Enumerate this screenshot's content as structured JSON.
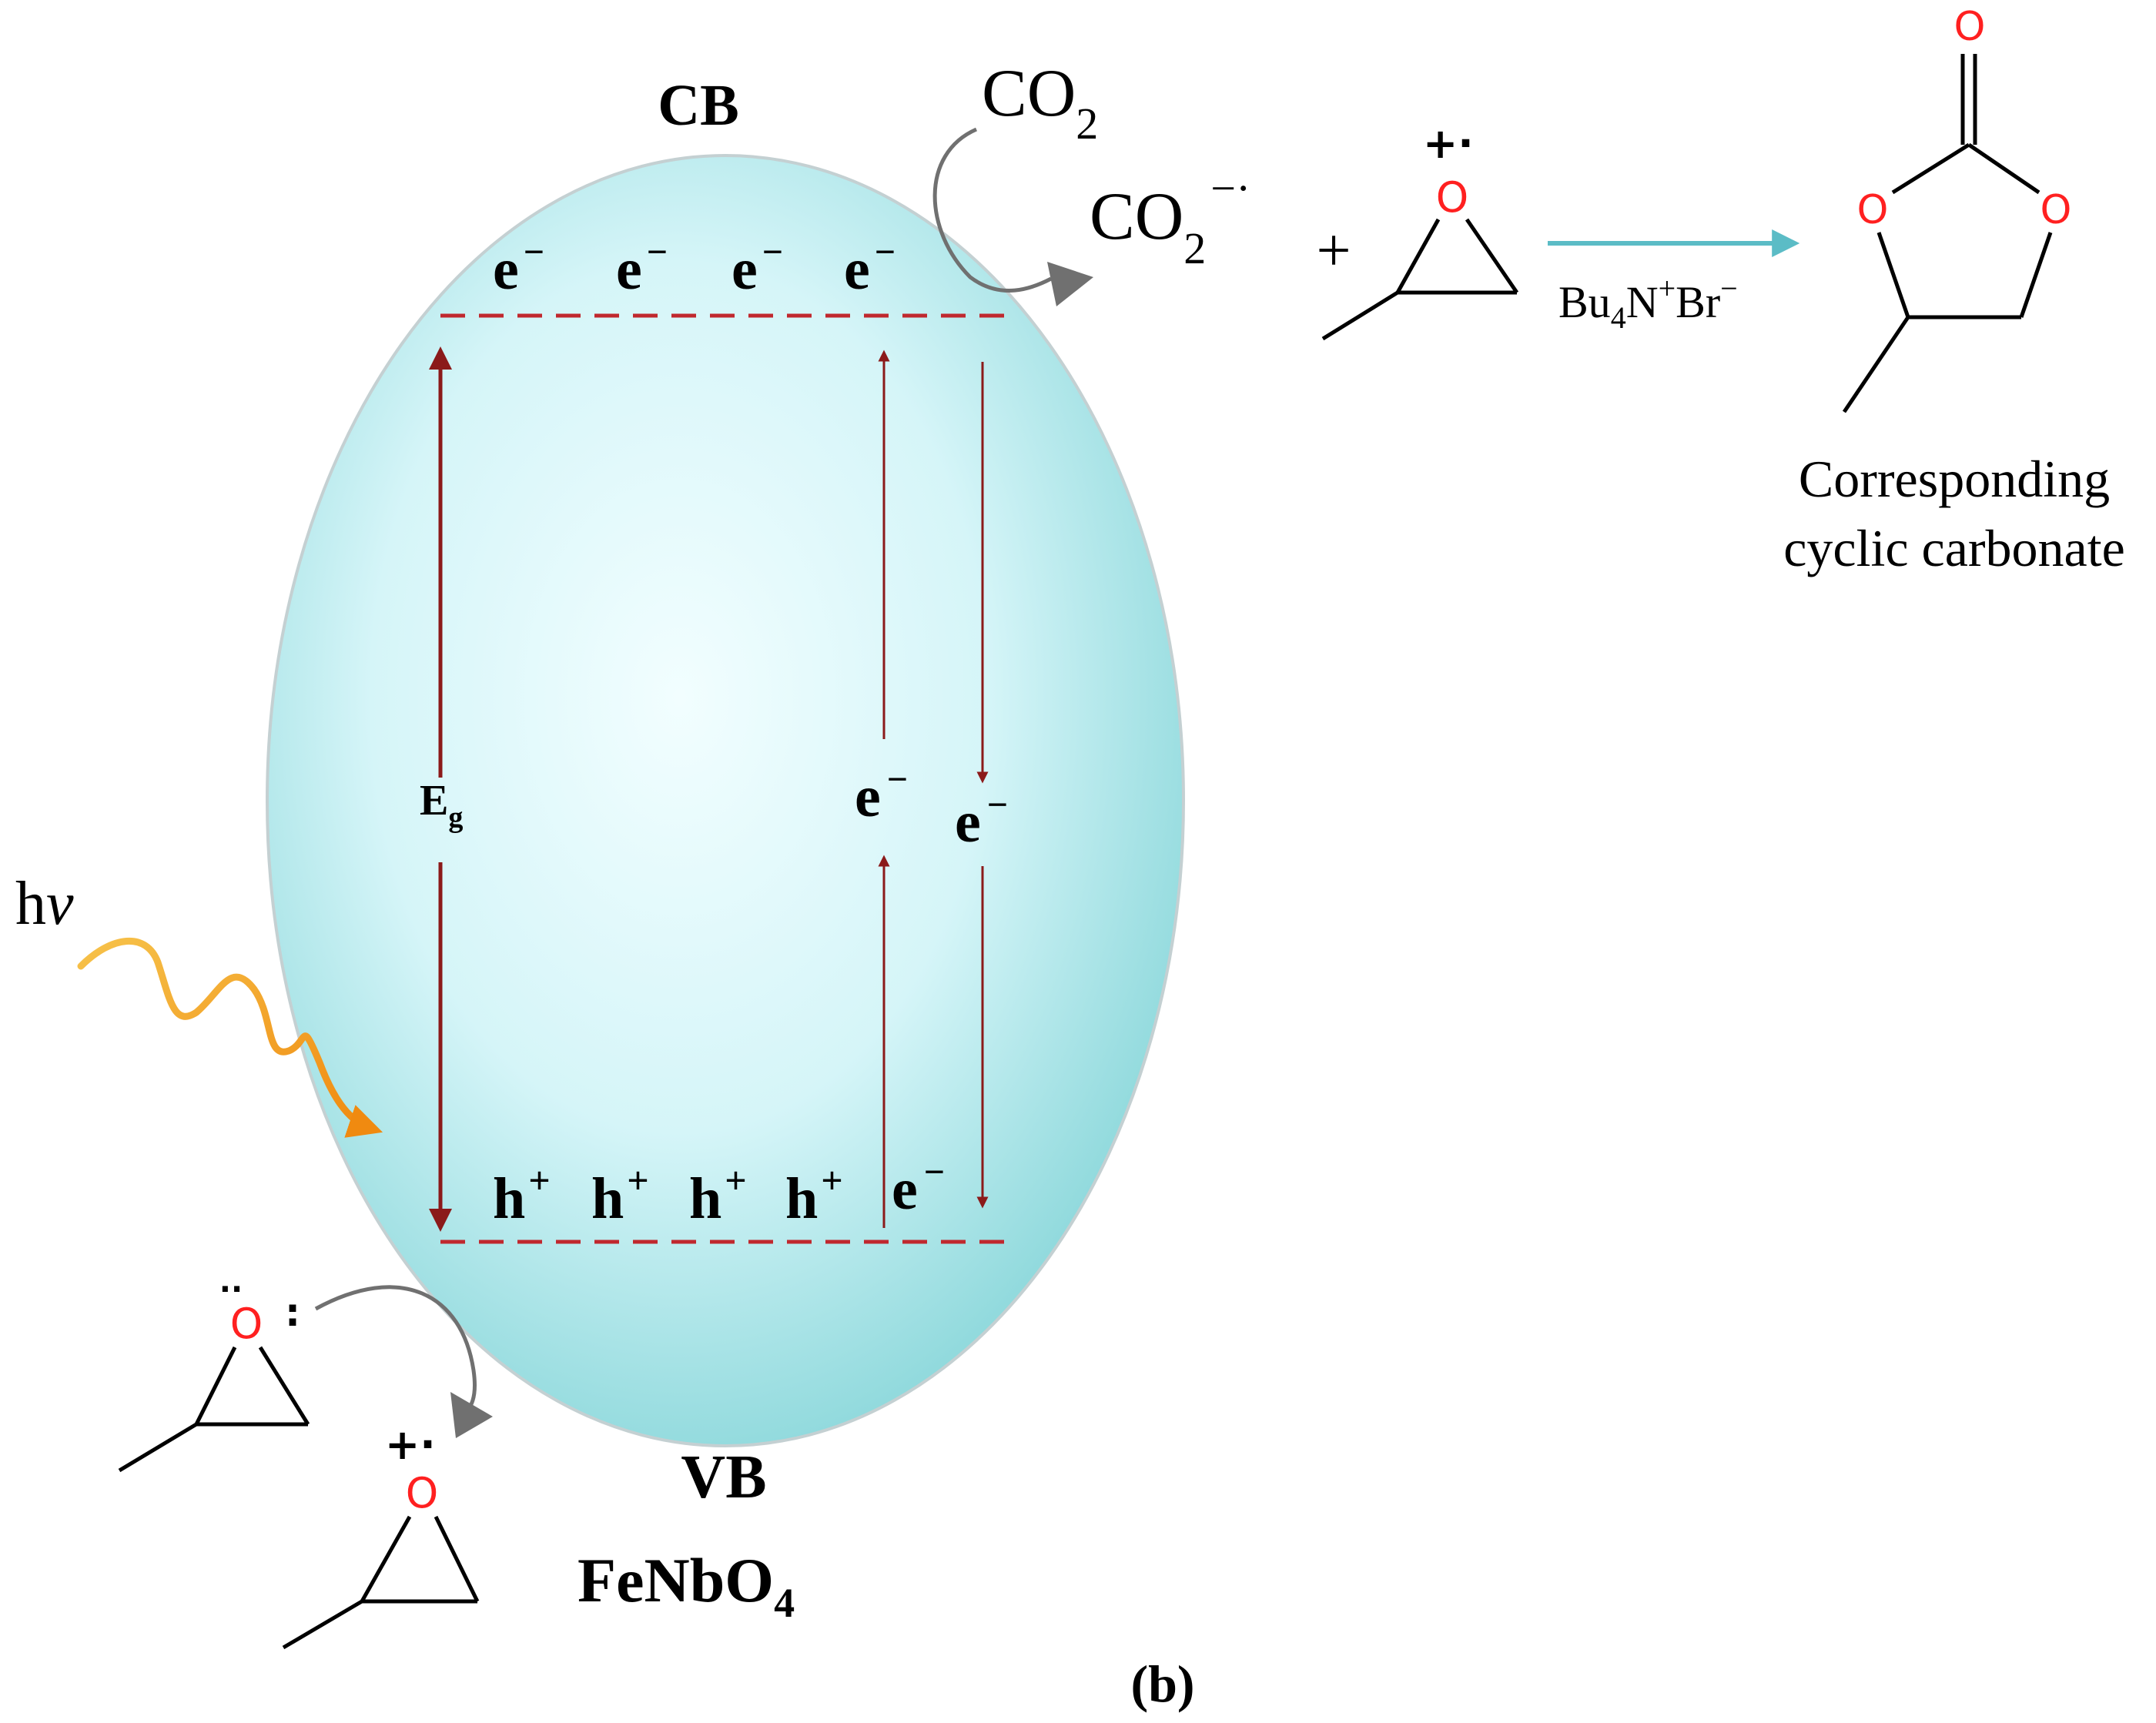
{
  "labels": {
    "cb": "CB",
    "vb": "VB",
    "material_main": "FeNbO",
    "material_sub": "4",
    "eg_main": "E",
    "eg_sub": "g",
    "hv_h": "h",
    "hv_v": "v",
    "co2_main": "CO",
    "co2_sub": "2",
    "co2_radical_main": "CO",
    "co2_radical_sub": "2",
    "co2_radical_sup": "−·",
    "plus": "+",
    "radical_cation": "+·",
    "lone_pair_top": "··",
    "lone_pair_side": ":",
    "oxygen": "O",
    "catalyst_main": "Bu",
    "catalyst_sub": "4",
    "catalyst_N": "N",
    "catalyst_sup_plus": "+",
    "catalyst_Br": "Br",
    "catalyst_sup_minus": "−",
    "product_line1": "Corresponding",
    "product_line2": "cyclic carbonate",
    "panel_label": "(b)"
  },
  "carriers": {
    "cb_electrons": [
      "e",
      "e",
      "e",
      "e"
    ],
    "electron_sup": "−",
    "vb_holes": [
      "h",
      "h",
      "h",
      "h"
    ],
    "hole_sup": "+",
    "vb_electron": "e",
    "mid_electron_left": "e",
    "mid_electron_right": "e"
  },
  "colors": {
    "band_edge": "#c0282e",
    "transition_arrow": "#8b1a1a",
    "oxygen": "#ff2020",
    "reaction_arrow": "#5bbcc6",
    "photon": "#f0a020",
    "curved_arrow": "#707070",
    "ellipse_light": "#e9fbfd",
    "ellipse_dark": "#3fb7b9"
  }
}
